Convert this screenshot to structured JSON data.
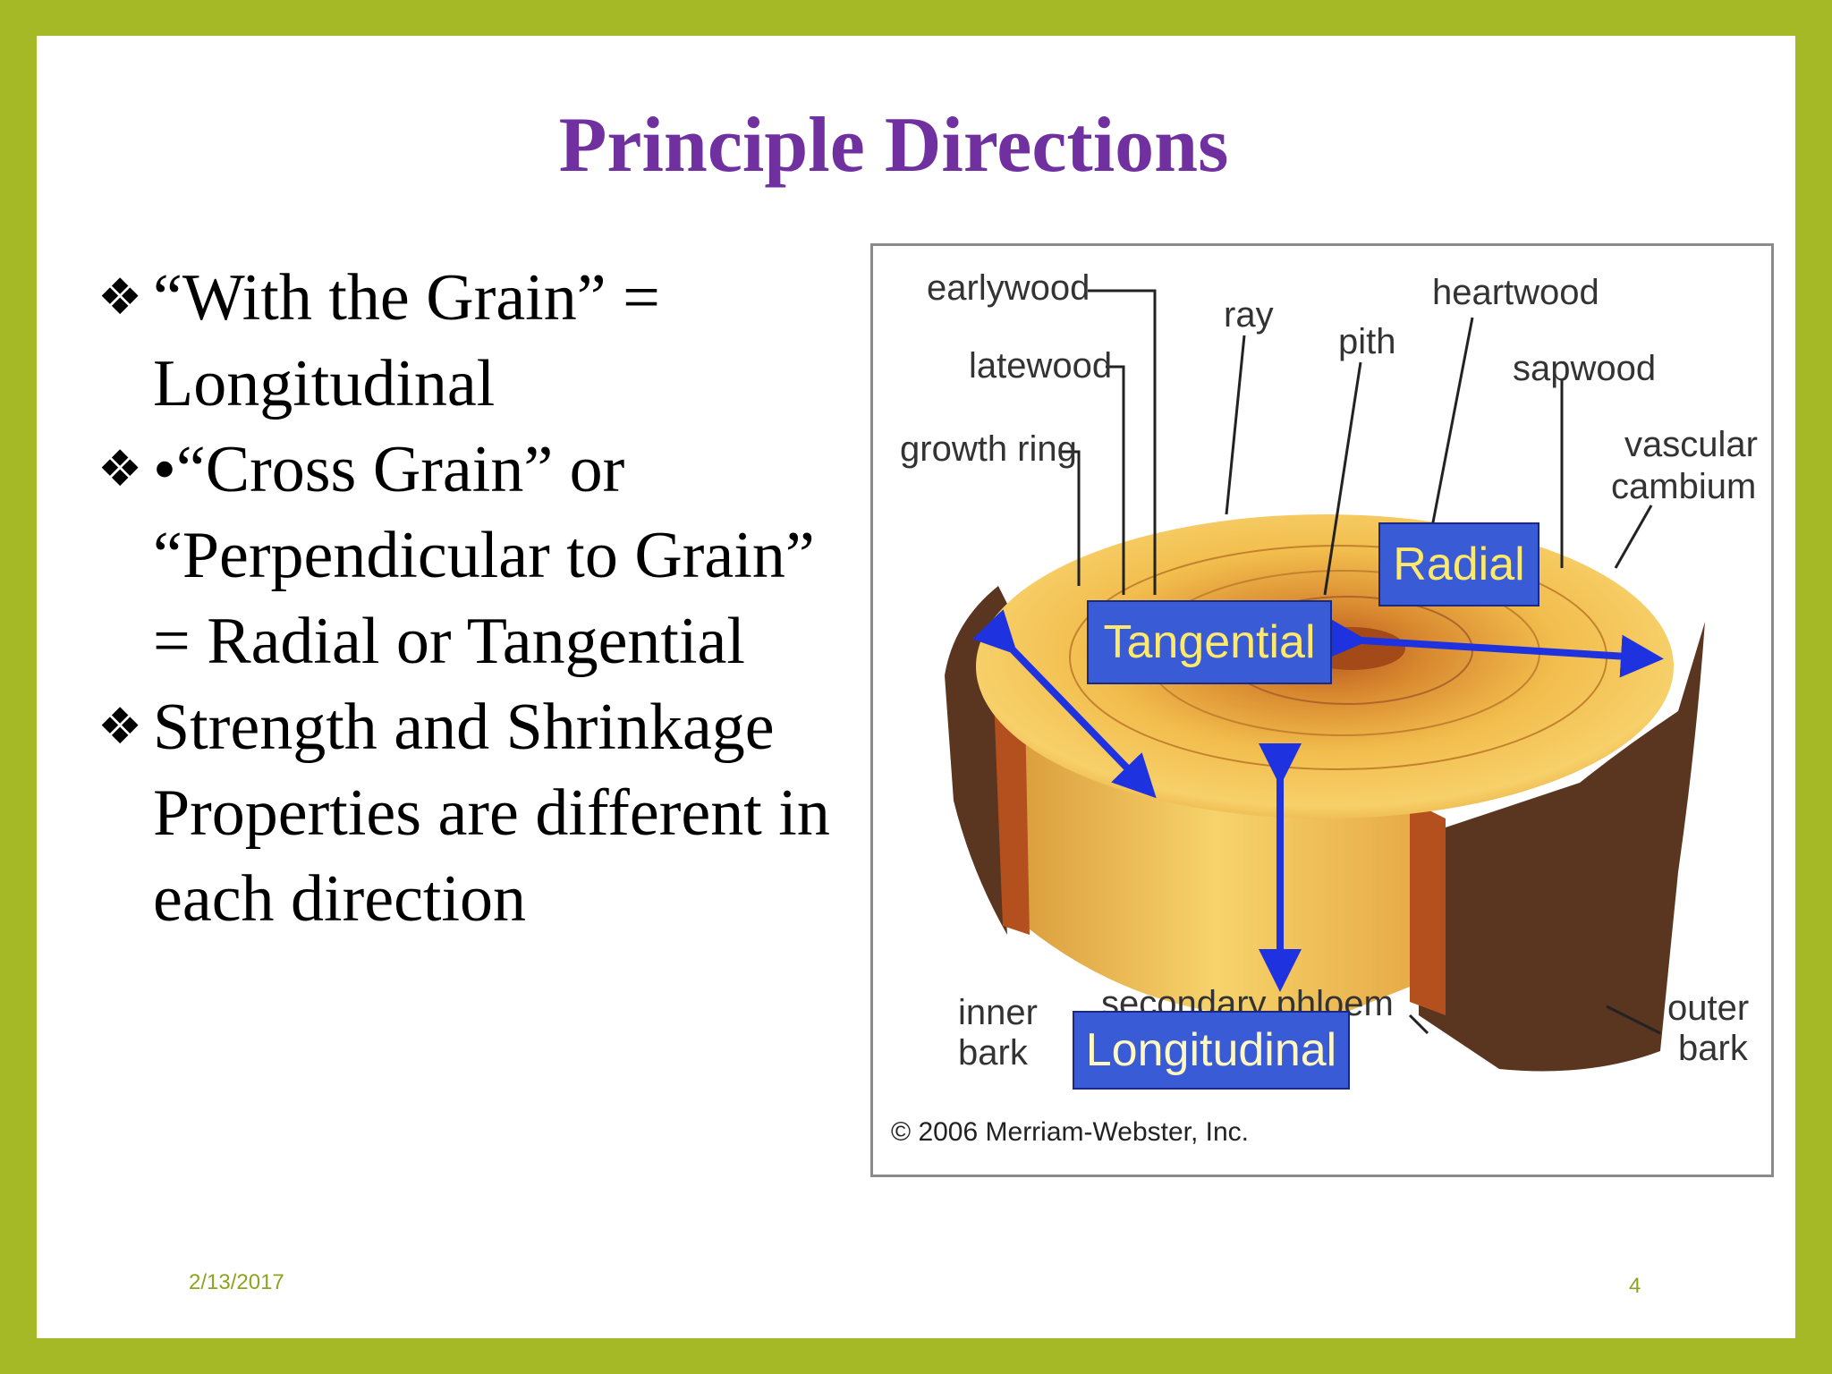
{
  "title": "Principle Directions",
  "bullets": [
    {
      "marker": "❖",
      "text": "“With the Grain” = Longitudinal"
    },
    {
      "marker": "❖",
      "text": "•“Cross Grain” or “Perpendicular to Grain” = Radial or Tangential"
    },
    {
      "marker": "❖",
      "text": "Strength and Shrinkage Properties are different in each direction"
    }
  ],
  "figure": {
    "labels": {
      "earlywood": "earlywood",
      "latewood": "latewood",
      "growth_ring": "growth ring",
      "ray": "ray",
      "pith": "pith",
      "heartwood": "heartwood",
      "sapwood": "sapwood",
      "vascular": "vascular",
      "cambium": "cambium",
      "inner": "inner",
      "bark_inner": "bark",
      "secondary_phloem": "secondary phloem",
      "outer": "outer",
      "bark_outer": "bark"
    },
    "boxes": {
      "radial": "Radial",
      "tangential": "Tangential",
      "longitudinal": "Longitudinal"
    },
    "copyright": "© 2006 Merriam-Webster, Inc.",
    "colors": {
      "box_fill": "#3a5bd6",
      "arrow": "#1f32e0"
    }
  },
  "footer": {
    "date": "2/13/2017",
    "page_number": "4"
  },
  "colors": {
    "border": "#a5b825",
    "title": "#7030a0",
    "footer": "#8fa31f"
  }
}
